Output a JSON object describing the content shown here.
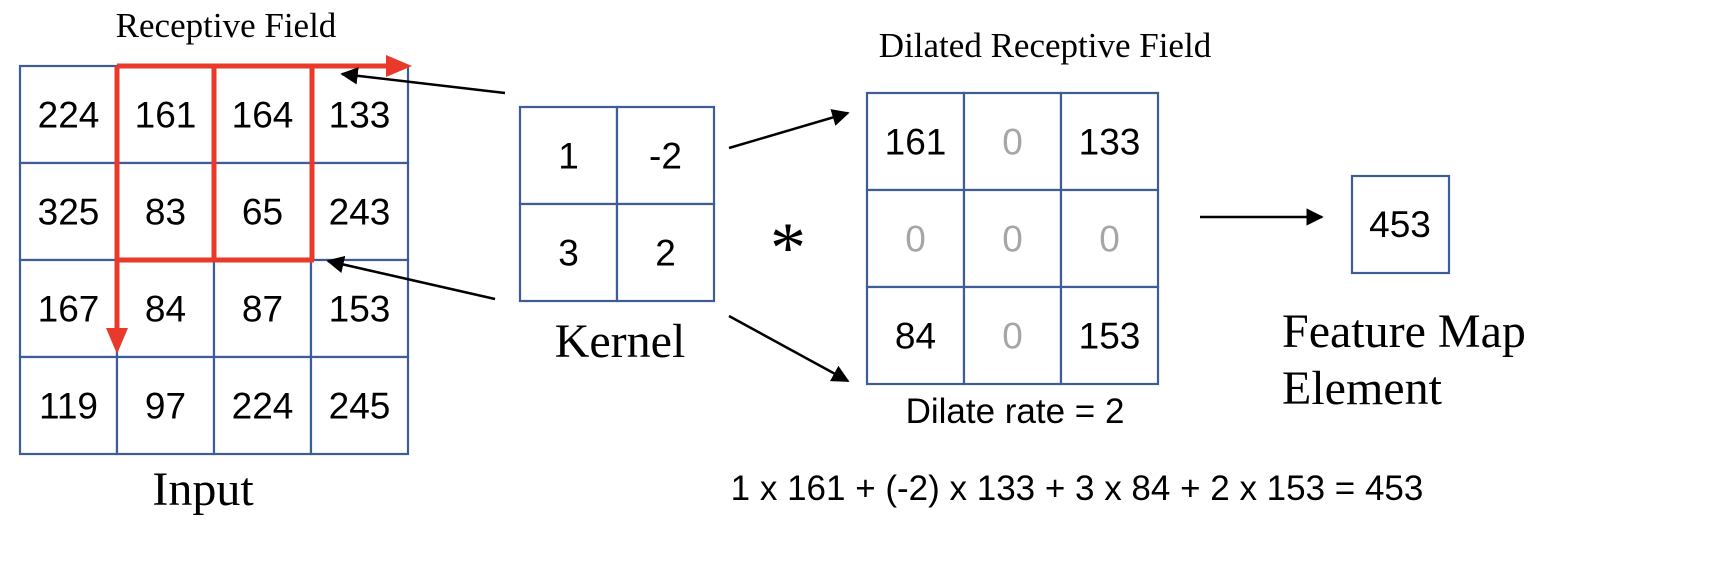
{
  "labels": {
    "receptive_field": "Receptive Field",
    "dilated_receptive_field": "Dilated Receptive Field",
    "input": "Input",
    "kernel": "Kernel",
    "feature_map_line1": "Feature Map",
    "feature_map_line2": "Element",
    "dilate_rate": "Dilate rate = 2",
    "operator": "*",
    "equation": "1 x 161 + (-2) x 133 + 3 x 84 + 2 x 153 = 453"
  },
  "input_grid": [
    [
      "224",
      "161",
      "164",
      "133"
    ],
    [
      "325",
      "83",
      "65",
      "243"
    ],
    [
      "167",
      "84",
      "87",
      "153"
    ],
    [
      "119",
      "97",
      "224",
      "245"
    ]
  ],
  "kernel_grid": [
    [
      "1",
      "-2"
    ],
    [
      "3",
      "2"
    ]
  ],
  "dilated_grid": [
    [
      "161",
      "0",
      "133"
    ],
    [
      "0",
      "0",
      "0"
    ],
    [
      "84",
      "0",
      "153"
    ]
  ],
  "dilated_zero_mask": [
    [
      false,
      true,
      false
    ],
    [
      true,
      true,
      true
    ],
    [
      false,
      true,
      false
    ]
  ],
  "feature_map_value": "453",
  "colors": {
    "grid_border": "#3c5d96",
    "receptive_field": "#e8392a",
    "zero_text": "#a6a6a6",
    "arrow": "#000000"
  }
}
